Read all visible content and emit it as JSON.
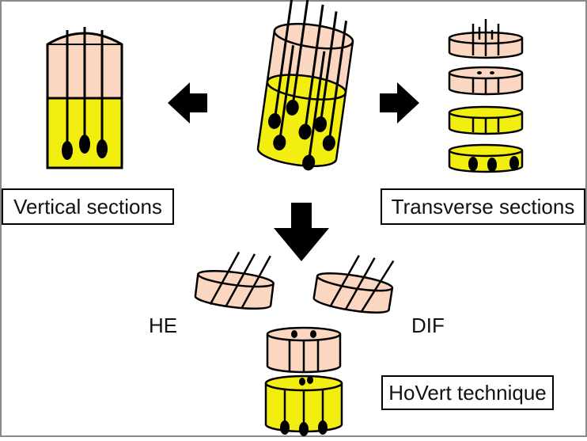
{
  "labels": {
    "vertical": "Vertical sections",
    "transverse": "Transverse sections",
    "he": "HE",
    "dif": "DIF",
    "hovert": "HoVert technique"
  },
  "colors": {
    "skin": "#fbd6c0",
    "yellow": "#f2ef10",
    "ink": "#000000",
    "frame": "#8a8a8a"
  }
}
